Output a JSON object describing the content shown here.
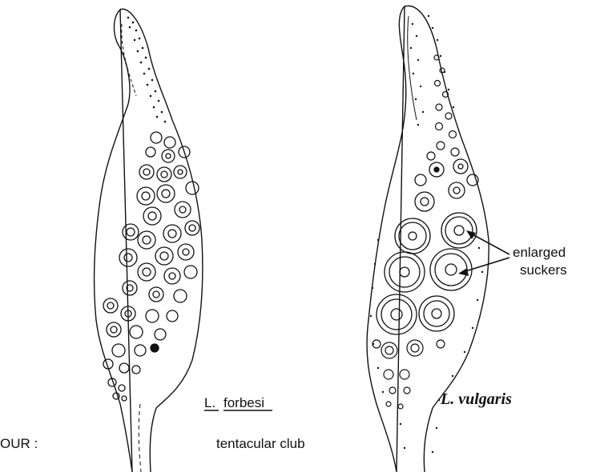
{
  "labels": {
    "left_species_prefix": "L.",
    "left_species_name": "forbesi",
    "right_species": "L. vulgaris",
    "annotation_line1": "enlarged",
    "annotation_line2": "suckers",
    "caption_left": "OUR :",
    "caption_center": "tentacular club"
  },
  "colors": {
    "ink": "#111111",
    "paper": "#ffffff"
  }
}
